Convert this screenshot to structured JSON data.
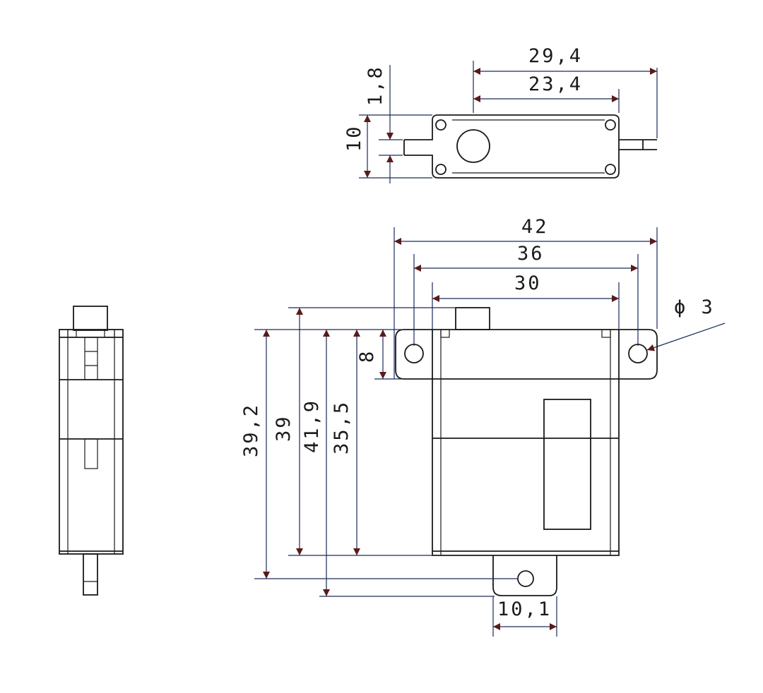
{
  "dimensions": {
    "top_width_outer": "29,4",
    "top_width_inner": "23,4",
    "top_tab_thickness": "1,8",
    "top_height": "10",
    "overall_width": "42",
    "hole_spacing": "36",
    "body_width": "30",
    "hole_diameter": "ϕ 3",
    "height_to_bracket": "39,2",
    "height_body": "39",
    "height_total": "41,9",
    "height_bracket_hole": "35,5",
    "flange_height": "8",
    "bottom_tab_width": "10,1"
  },
  "colors": {
    "outline": "#1a1a1a",
    "dimension_line": "#1a2a5a",
    "arrowhead": "#5a1a1a"
  }
}
